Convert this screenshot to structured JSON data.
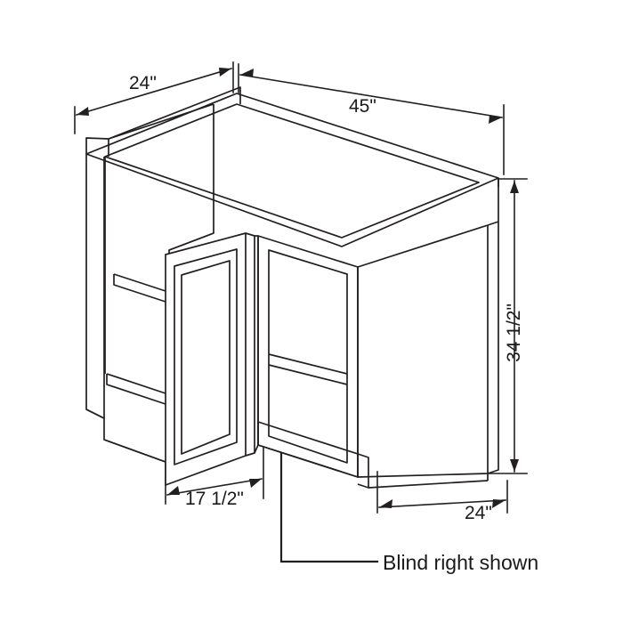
{
  "figure": {
    "title": "Blind base corner cabinet line drawing",
    "background_color": "#ffffff",
    "line_color": "#231f20",
    "text_color": "#1a1a1a"
  },
  "dimensions": {
    "depth_top_left": "24\"",
    "width_top": "45\"",
    "height_right": "34 1/2\"",
    "width_bottom_left": "17 1/2\"",
    "depth_bottom_right": "24\""
  },
  "annotations": {
    "blind_side_note": "Blind right shown"
  }
}
